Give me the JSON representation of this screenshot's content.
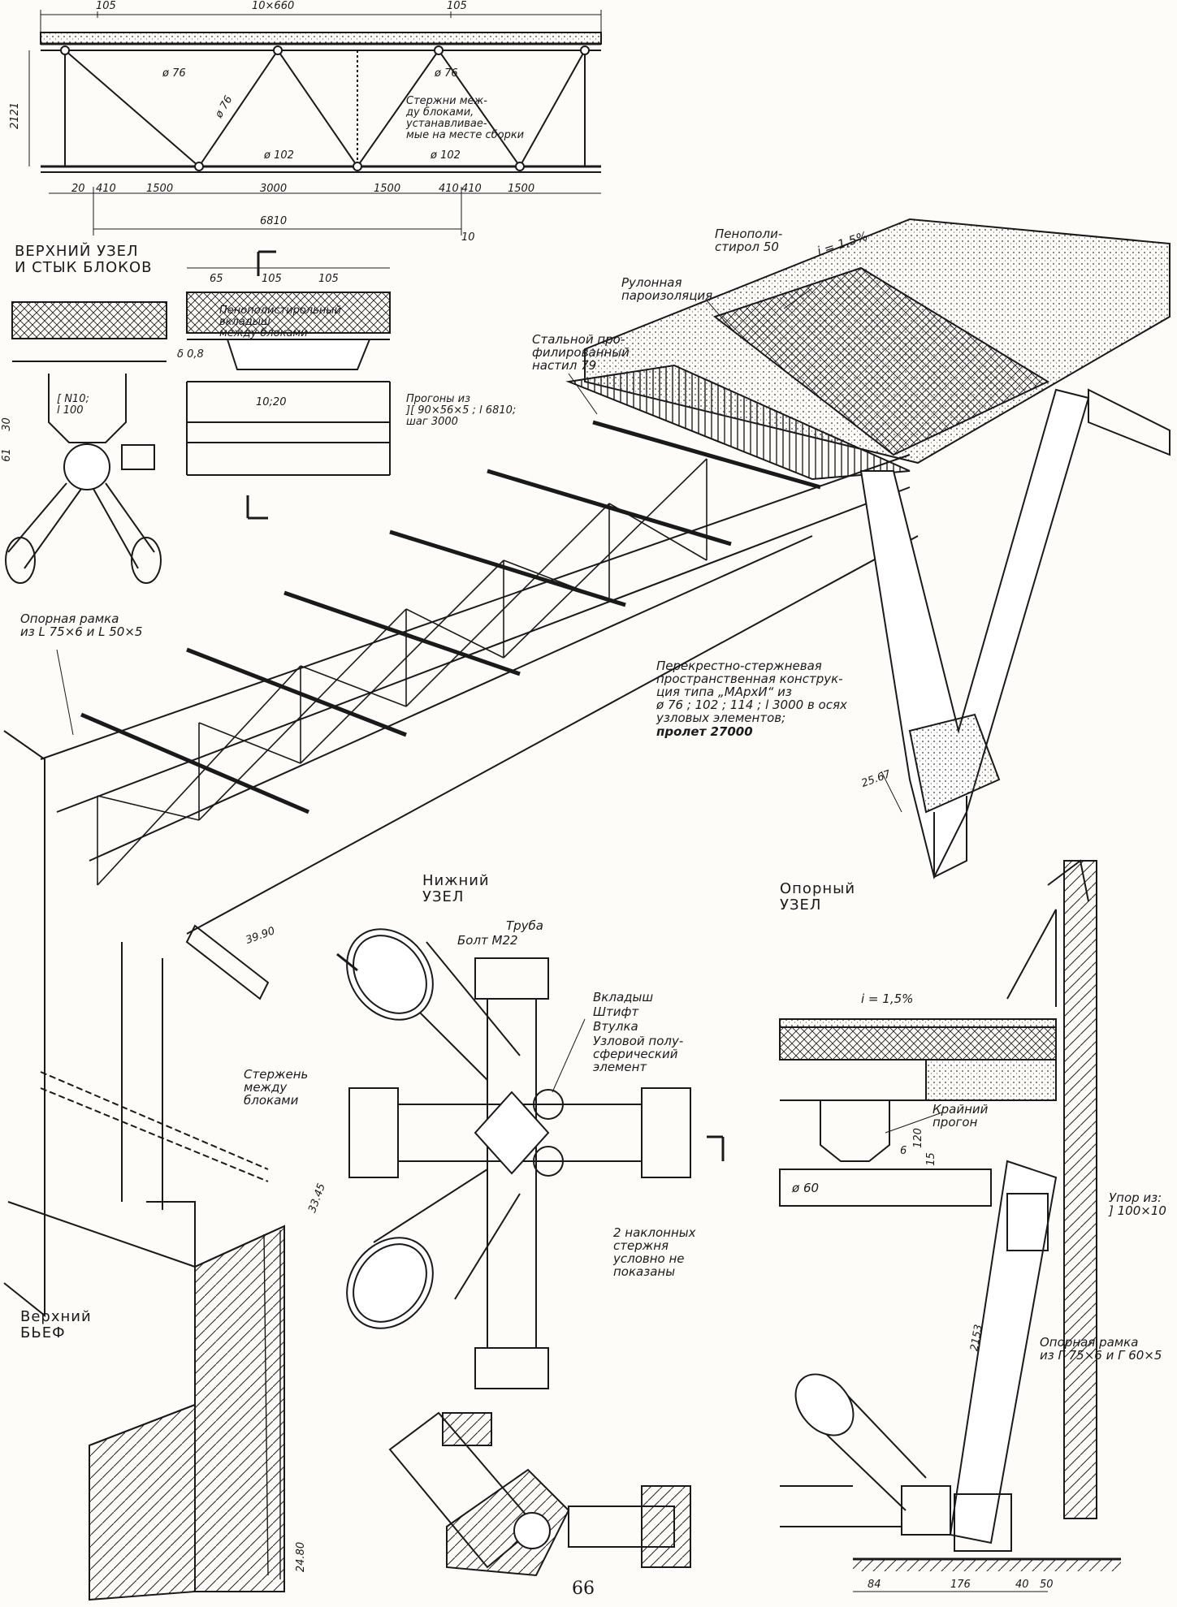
{
  "page_number": "66",
  "truss": {
    "dims_top": [
      "105",
      "10×660",
      "105"
    ],
    "height": "2121",
    "pipes": [
      "ø 76",
      "ø 76",
      "ø 76",
      "ø 102",
      "ø 102"
    ],
    "note": "Стержни меж-\nду блоками,\nустанавливае-\nмые на месте сборки",
    "dims_bottom": [
      "20",
      "410",
      "1500",
      "3000",
      "1500",
      "410",
      "410",
      "1500"
    ],
    "dim_total": "6810",
    "dim_10": "10"
  },
  "top_node": {
    "title": "ВЕРХНИЙ УЗЕЛ\nИ СТЫК БЛОКОВ",
    "channel": "[ N10;\nl 100",
    "dim_30": "30",
    "dim_61": "61"
  },
  "section": {
    "dims": [
      "65",
      "105",
      "105"
    ],
    "foam_insert": "Пенополистирольный\nвкладыш\nмежду блоками",
    "delta": "δ 0,8",
    "dim_1020": "10;20",
    "purlins": "Прогоны из\n][ 90×56×5 ; l 6810;\nшаг 3000"
  },
  "roof": {
    "foam": "Пенополи-\nстирол 50",
    "slope": "i = 1,5%",
    "vapor": "Рулонная\nпароизоляция",
    "deck": "Стальной про-\nфилированный\nнастил  79"
  },
  "support_frame": "Опорная рамка\nиз L 75×6 и L 50×5",
  "structure_note": "Перекрестно-стержневая\nпространственная конструк-\nция типа „МАрхИ“ из\nø 76 ; 102 ; 114 ; l 3000 в осях\nузловых элементов;",
  "span": "пролет 27000",
  "elevations": [
    "25.67",
    "39.90",
    "33.45",
    "24.80"
  ],
  "bottom_node": {
    "title": "Нижний\nУЗЕЛ",
    "pipe": "Труба",
    "bolt": "Болт М22",
    "insert": "Вкладыш",
    "pin": "Штифт",
    "sleeve": "Втулка",
    "hemi": "Узловой полу-\nсферический\nэлемент",
    "rod_between": "Стержень\nмежду\nблоками",
    "note": "2 наклонных\nстержня\nусловно не\nпоказаны"
  },
  "upper_pool": "Верхний\nБЬЕФ",
  "support_node": {
    "title": "Опорный\nУЗЕЛ",
    "slope": "i = 1,5%",
    "edge_purlin": "Крайний\nпрогон",
    "dims_small": [
      "6",
      "120",
      "15"
    ],
    "pipe": "ø 60",
    "stop": "Упор из:\n] 100×10",
    "length": "2153",
    "frame": "Опорная рамка\nиз Г 75×6 и Г 60×5",
    "dims_bottom": [
      "84",
      "176",
      "40",
      "50"
    ]
  }
}
